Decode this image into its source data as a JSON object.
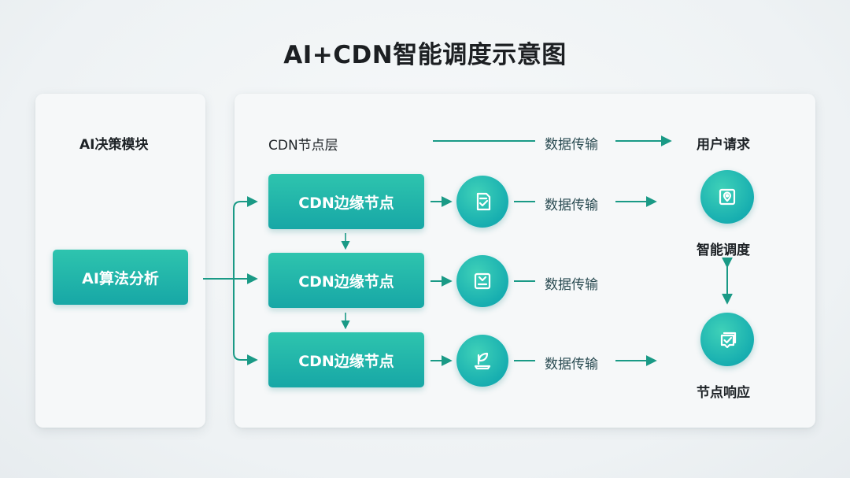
{
  "title": "AI+CDN智能调度示意图",
  "left_panel": {
    "heading": "AI决策模块",
    "algorithm_box": "AI算法分析"
  },
  "right_panel": {
    "heading": "CDN节点层",
    "top_flow_label": "数据传输",
    "user_request_label": "用户请求",
    "edge_nodes": [
      {
        "label": "CDN边缘节点",
        "icon": "checklist-icon",
        "flow_label": "数据传输"
      },
      {
        "label": "CDN边缘节点",
        "icon": "monitor-icon",
        "flow_label": "数据传输"
      },
      {
        "label": "CDN边缘节点",
        "icon": "leaf-terminal-icon",
        "flow_label": "数据传输"
      }
    ],
    "smart_dispatch": {
      "label": "智能调度",
      "icon": "map-pin-icon"
    },
    "node_response": {
      "label": "节点响应",
      "icon": "chat-check-icon"
    }
  },
  "colors": {
    "accent": "#17a7a6",
    "accent_light": "#2ec4ae",
    "arrow": "#1a9a86",
    "panel": "#f6f8f9",
    "text": "#1d2226"
  }
}
